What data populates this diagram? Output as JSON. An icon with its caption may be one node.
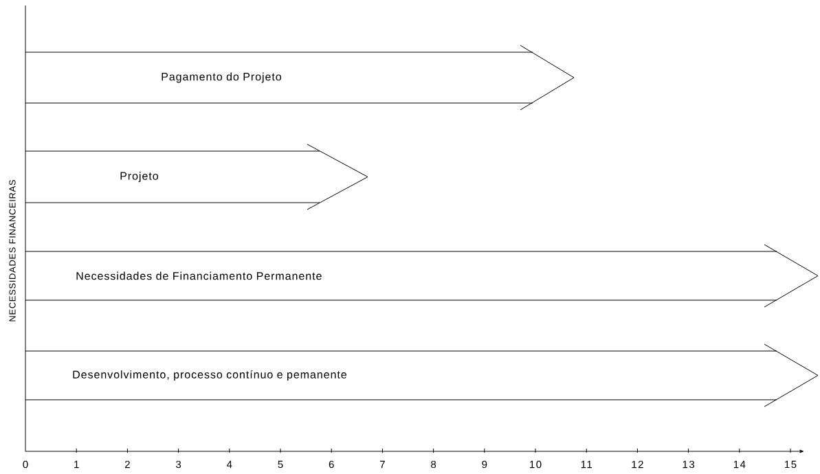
{
  "diagram": {
    "nodes": [
      {
        "text": [
          "Pagamento do Projeto"
        ]
      },
      {
        "text": [
          "Projeto"
        ]
      },
      {
        "text": [
          "Necessidades de Financiamento Permanente"
        ]
      },
      {
        "text": [
          "Desenvolvimento, processo contínuo e pemanente"
        ]
      }
    ],
    "labels": [
      "NECESSIDADES FINANCEIRAS",
      "0",
      "1",
      "2",
      "3",
      "4",
      "5",
      "6",
      "7",
      "8",
      "9",
      "10",
      "11",
      "12",
      "13",
      "14",
      "15"
    ]
  }
}
